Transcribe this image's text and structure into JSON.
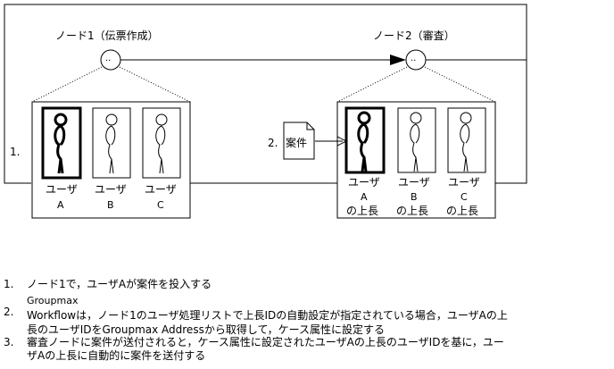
{
  "diagram": {
    "node1_label": "ノード1（伝票作成）",
    "node2_label": "ノード2（審査）",
    "step1_marker": "1.",
    "step2_marker": "2.",
    "document_label": "案件",
    "node1_users": [
      {
        "line1": "ユーザ",
        "line2": "A"
      },
      {
        "line1": "ユーザ",
        "line2": "B"
      },
      {
        "line1": "ユーザ",
        "line2": "C"
      }
    ],
    "node2_users": [
      {
        "line1": "ユーザ",
        "line2": "A",
        "line3": "の上長"
      },
      {
        "line1": "ユーザ",
        "line2": "B",
        "line3": "の上長"
      },
      {
        "line1": "ユーザ",
        "line2": "C",
        "line3": "の上長"
      }
    ]
  },
  "notes": [
    {
      "num": "1.",
      "lines": [
        "ノード1で，ユーザAが案件を投入する"
      ]
    },
    {
      "num": "2.",
      "lines": [
        "Groupmax",
        "Workflowは，ノード1のユーザ処理リストで上長IDの自動設定が指定されている場合，ユーザAの上",
        "長のユーザIDをGroupmax Addressから取得して，ケース属性に設定する"
      ]
    },
    {
      "num": "3.",
      "lines": [
        "審査ノードに案件が送付されると，ケース属性に設定されたユーザAの上長のユーザIDを基に，ユー",
        "ザAの上長に自動的に案件を送付する"
      ]
    }
  ]
}
